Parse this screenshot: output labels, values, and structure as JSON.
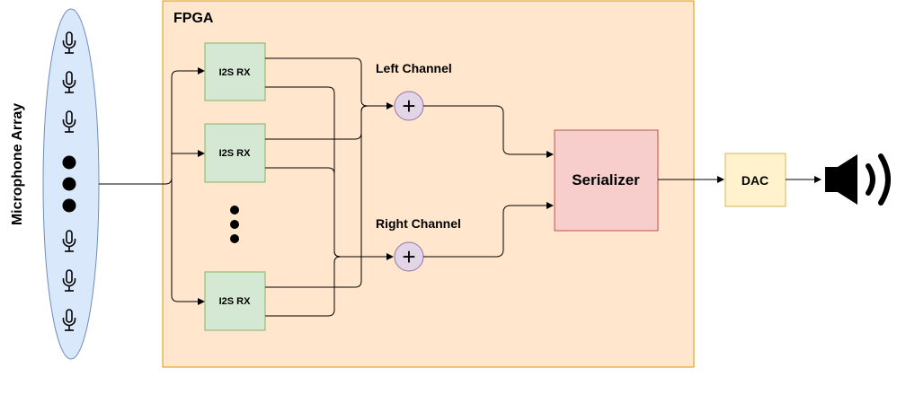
{
  "array_label": "Microphone Array",
  "fpga_label": "FPGA",
  "receivers": [
    "I2S RX",
    "I2S RX",
    "I2S RX"
  ],
  "left_channel_label": "Left Channel",
  "right_channel_label": "Right Channel",
  "adder_symbol": "+",
  "serializer_label": "Serializer",
  "dac_label": "DAC",
  "icons": {
    "microphone": "microphone-icon",
    "speaker": "speaker-icon"
  },
  "colors": {
    "array_fill": "#dae8fc",
    "array_stroke": "#6c8ebf",
    "fpga_fill": "#ffe6cc",
    "fpga_stroke": "#d79b00",
    "rx_fill": "#d5e8d4",
    "rx_stroke": "#82b366",
    "adder_fill": "#e1d5e7",
    "adder_stroke": "#9673a6",
    "serializer_fill": "#f8cecc",
    "serializer_stroke": "#b85450",
    "dac_fill": "#fff2cc",
    "dac_stroke": "#d6b656"
  }
}
